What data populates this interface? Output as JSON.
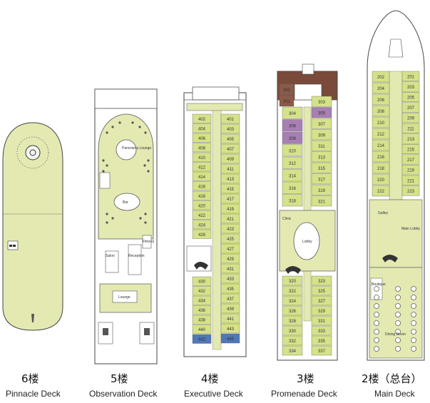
{
  "decks": [
    {
      "key": "pinnacle",
      "floor_label": "6楼",
      "deck_name": "Pinnacle Deck",
      "rooms": []
    },
    {
      "key": "observation",
      "floor_label": "5楼",
      "deck_name": "Observation Deck",
      "rooms": [
        "Panorama Lounge",
        "Bar",
        "Salon",
        "Fitness",
        "Reception",
        "Lounge"
      ]
    },
    {
      "key": "executive",
      "floor_label": "4楼",
      "deck_name": "Executive Deck",
      "left_cabins": [
        "402",
        "404",
        "406",
        "408",
        "410",
        "412",
        "414",
        "416",
        "418",
        "420",
        "422",
        "424",
        "426",
        "430",
        "432",
        "434",
        "436",
        "438",
        "440",
        "442"
      ],
      "right_cabins": [
        "401",
        "403",
        "405",
        "407",
        "409",
        "411",
        "413",
        "415",
        "417",
        "419",
        "421",
        "423",
        "425",
        "427",
        "429",
        "431",
        "433",
        "435",
        "437",
        "439",
        "441",
        "443",
        "445"
      ]
    },
    {
      "key": "promenade",
      "floor_label": "3楼",
      "deck_name": "Promenade Deck",
      "top_cabins": [
        "302",
        "301"
      ],
      "left_cabins": [
        "304",
        "306",
        "308",
        "310",
        "312",
        "314",
        "316",
        "318"
      ],
      "right_cabins": [
        "303",
        "305",
        "307",
        "309",
        "311",
        "313",
        "315",
        "317",
        "319",
        "321"
      ],
      "lower_left_cabins": [
        "320",
        "322",
        "324",
        "326",
        "328",
        "330",
        "332",
        "334"
      ],
      "lower_right_cabins": [
        "323",
        "325",
        "327",
        "329",
        "331",
        "333",
        "335",
        "337"
      ],
      "rooms": [
        "Clinic",
        "Lobby"
      ]
    },
    {
      "key": "main",
      "floor_label": "2楼（总台）",
      "deck_name": "Main Deck",
      "left_cabins": [
        "202",
        "204",
        "206",
        "208",
        "210",
        "212",
        "214",
        "216",
        "218",
        "220",
        "222"
      ],
      "right_cabins": [
        "201",
        "203",
        "205",
        "207",
        "209",
        "211",
        "213",
        "215",
        "217",
        "219",
        "221",
        "223"
      ],
      "rooms": [
        "Boutique",
        "Main Lobby",
        "Galley",
        "Dining Room"
      ]
    }
  ],
  "colors": {
    "cabin": "#d6e28a",
    "suite": "#a77fb3",
    "blue_cabin": "#4f78b8",
    "deck_floor": "#e4e9b2",
    "roof": "#7a4a3a",
    "hull": "#ffffff",
    "outline": "#444444"
  }
}
